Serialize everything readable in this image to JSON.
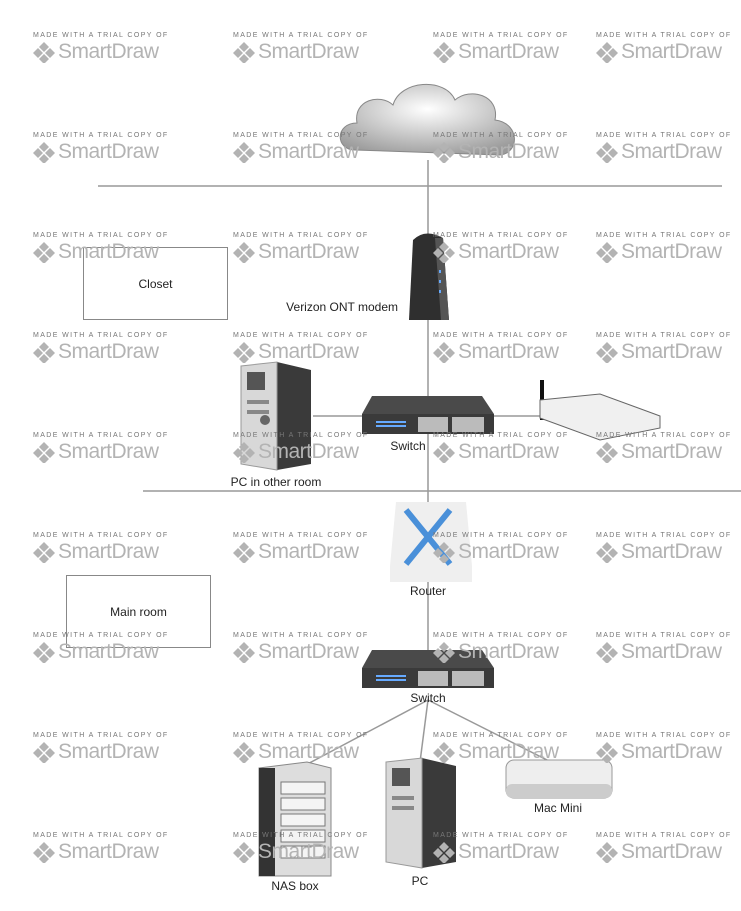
{
  "watermark": {
    "line1": "MADE WITH A TRIAL COPY OF",
    "line2": "SmartDraw"
  },
  "zones": {
    "closet": "Closet",
    "main_room": "Main room"
  },
  "devices": {
    "modem": "Verizon ONT modem",
    "switch_closet": "Switch",
    "pc_other_room": "PC in other room",
    "router": "Router",
    "switch_main": "Switch",
    "nas": "NAS box",
    "pc": "PC",
    "mac_mini": "Mac Mini"
  },
  "colors": {
    "line": "#999999",
    "router_arrows": "#4a90d9",
    "switch_body": "#4a4a4a"
  }
}
